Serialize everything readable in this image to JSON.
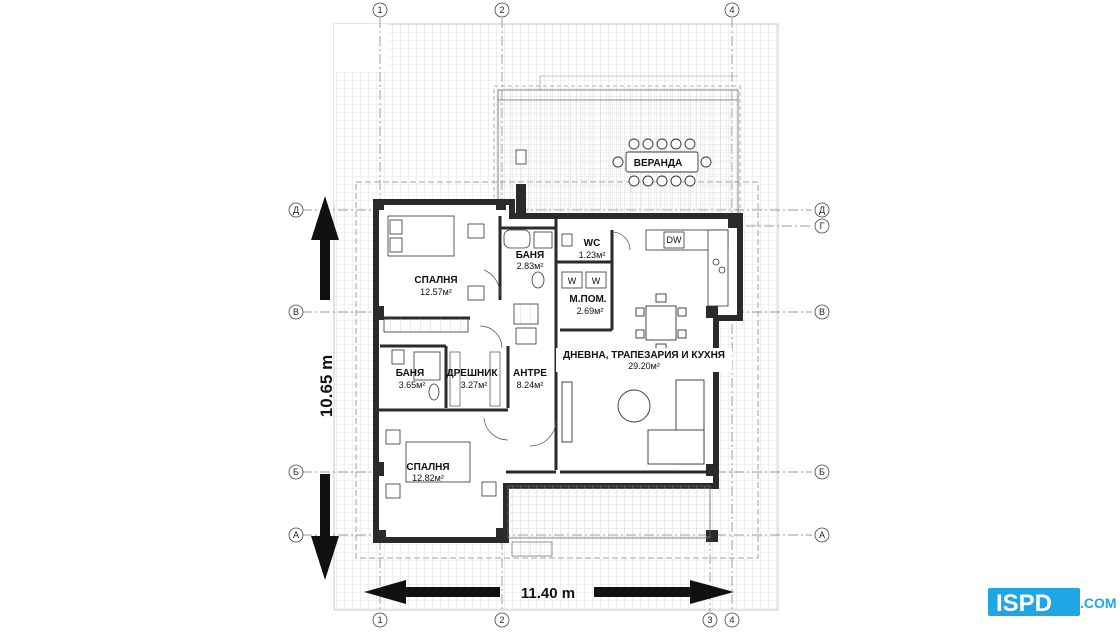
{
  "plan": {
    "rooms": [
      {
        "name": "СПАЛНЯ",
        "area": "12.57м²"
      },
      {
        "name": "БАНЯ",
        "area": "2.83м²"
      },
      {
        "name": "WC",
        "area": "1.23м²"
      },
      {
        "name": "М.ПОМ.",
        "area": "2.69м²"
      },
      {
        "name": "ДНЕВНА, ТРАПЕЗАРИЯ И КУХНЯ",
        "area": "29.20м²"
      },
      {
        "name": "БАНЯ",
        "area": "3.65м²"
      },
      {
        "name": "ДРЕШНИК",
        "area": "3.27м²"
      },
      {
        "name": "АНТРЕ",
        "area": "8.24м²"
      },
      {
        "name": "СПАЛНЯ",
        "area": "12.82м²"
      },
      {
        "name": "ВЕРАНДА",
        "area": ""
      }
    ],
    "appliance_labels": [
      "DW",
      "W",
      "W"
    ],
    "axes_top": [
      "1",
      "2",
      "4"
    ],
    "axes_bottom": [
      "1",
      "2",
      "3",
      "4"
    ],
    "axes_left": [
      "Д",
      "В",
      "Б",
      "А"
    ],
    "axes_right": [
      "Д",
      "Г",
      "В",
      "Б",
      "А"
    ],
    "dim_height": "10.65 m",
    "dim_width": "11.40 m"
  },
  "logo": {
    "main": "ISPD",
    "domain": ".COM",
    "color": "#1fa6e6"
  }
}
